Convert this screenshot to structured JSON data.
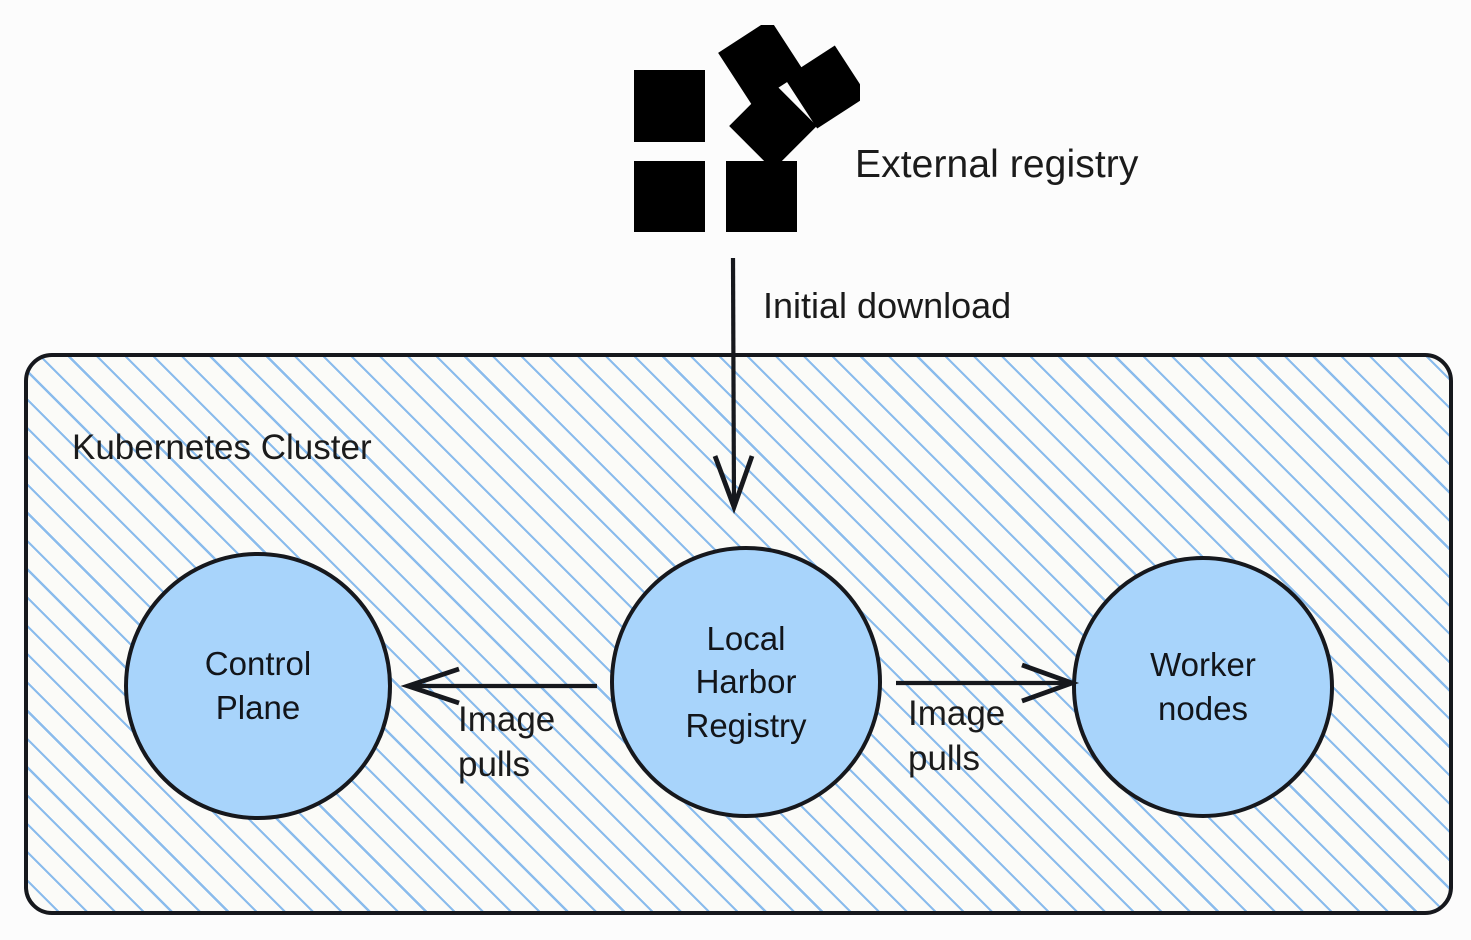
{
  "diagram": {
    "title": "Kubernetes cluster image pull flow through a local Harbor registry",
    "background_color": "#fcfcfc",
    "node_fill_color": "#a8d4fb",
    "node_stroke_color": "#16181d",
    "hatch_color": "#84b8ec",
    "hatch_background_color": "#fbfbf8",
    "icon_color": "#000000"
  },
  "external": {
    "icon_name": "harbor-registry-icon",
    "label": "External registry"
  },
  "cluster": {
    "label": "Kubernetes Cluster"
  },
  "nodes": [
    {
      "id": "control-plane",
      "label": "Control\nPlane"
    },
    {
      "id": "local-harbor-registry",
      "label": "Local\nHarbor\nRegistry"
    },
    {
      "id": "worker-nodes",
      "label": "Worker\nnodes"
    }
  ],
  "edges": [
    {
      "id": "initial-download",
      "label": "Initial download",
      "from": "external-registry",
      "to": "local-harbor-registry",
      "direction": "down",
      "arrowhead": "open"
    },
    {
      "id": "image-pulls-control-plane",
      "label": "Image\npulls",
      "from": "local-harbor-registry",
      "to": "control-plane",
      "direction": "left",
      "arrowhead": "open"
    },
    {
      "id": "image-pulls-worker-nodes",
      "label": "Image\npulls",
      "from": "local-harbor-registry",
      "to": "worker-nodes",
      "direction": "right",
      "arrowhead": "open"
    }
  ]
}
